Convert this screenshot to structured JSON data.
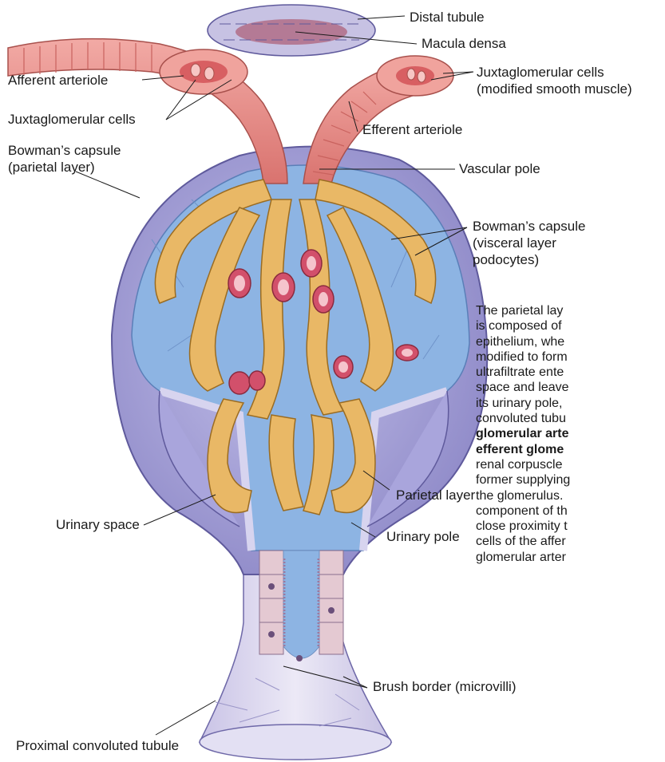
{
  "labels": {
    "distal_tubule": "Distal tubule",
    "macula_densa": "Macula densa",
    "afferent_arteriole": "Afferent arteriole",
    "jg_cells_right_1": "Juxtaglomerular cells",
    "jg_cells_right_2": "(modified smooth muscle)",
    "jg_cells_left": "Juxtaglomerular cells",
    "efferent_arteriole": "Efferent arteriole",
    "bowmans_parietal_1": "Bowman’s capsule",
    "bowmans_parietal_2": "(parietal layer)",
    "vascular_pole": "Vascular pole",
    "bowmans_visceral_1": "Bowman’s capsule",
    "bowmans_visceral_2": "(visceral layer",
    "bowmans_visceral_3": "podocytes)",
    "parietal_layer": "Parietal layer",
    "urinary_space": "Urinary space",
    "urinary_pole": "Urinary pole",
    "brush_border": "Brush border (microvilli)",
    "proximal_tubule": "Proximal convoluted tubule"
  },
  "caption": {
    "line1": "The parietal lay",
    "line2": "is composed of",
    "line3": "epithelium, whe",
    "line4": "modified to form",
    "line5": "ultrafiltrate ente",
    "line6": "space and leave",
    "line7": "its urinary pole,",
    "line8": "convoluted tubu",
    "line9": "glomerular arte",
    "line10": "efferent glome",
    "line11": "renal corpuscle",
    "line12": "former supplying",
    "line13": "the glomerulus.",
    "line14": "component of th",
    "line15": "close proximity t",
    "line16": "cells of the affer",
    "line17": "glomerular arter"
  },
  "colors": {
    "capsule": "#aaa6dd",
    "capsule_dark": "#8f8ac8",
    "urinary_space": "#8db4e3",
    "podocyte": "#e9b866",
    "podocyte_dark": "#b07f2d",
    "arteriole": "#e8918b",
    "arteriole_dark": "#c2615e",
    "capillary": "#d2506b",
    "tubule": "#d8d2ea"
  },
  "icons": {
    "illustration": "renal-corpuscle-illustration"
  }
}
